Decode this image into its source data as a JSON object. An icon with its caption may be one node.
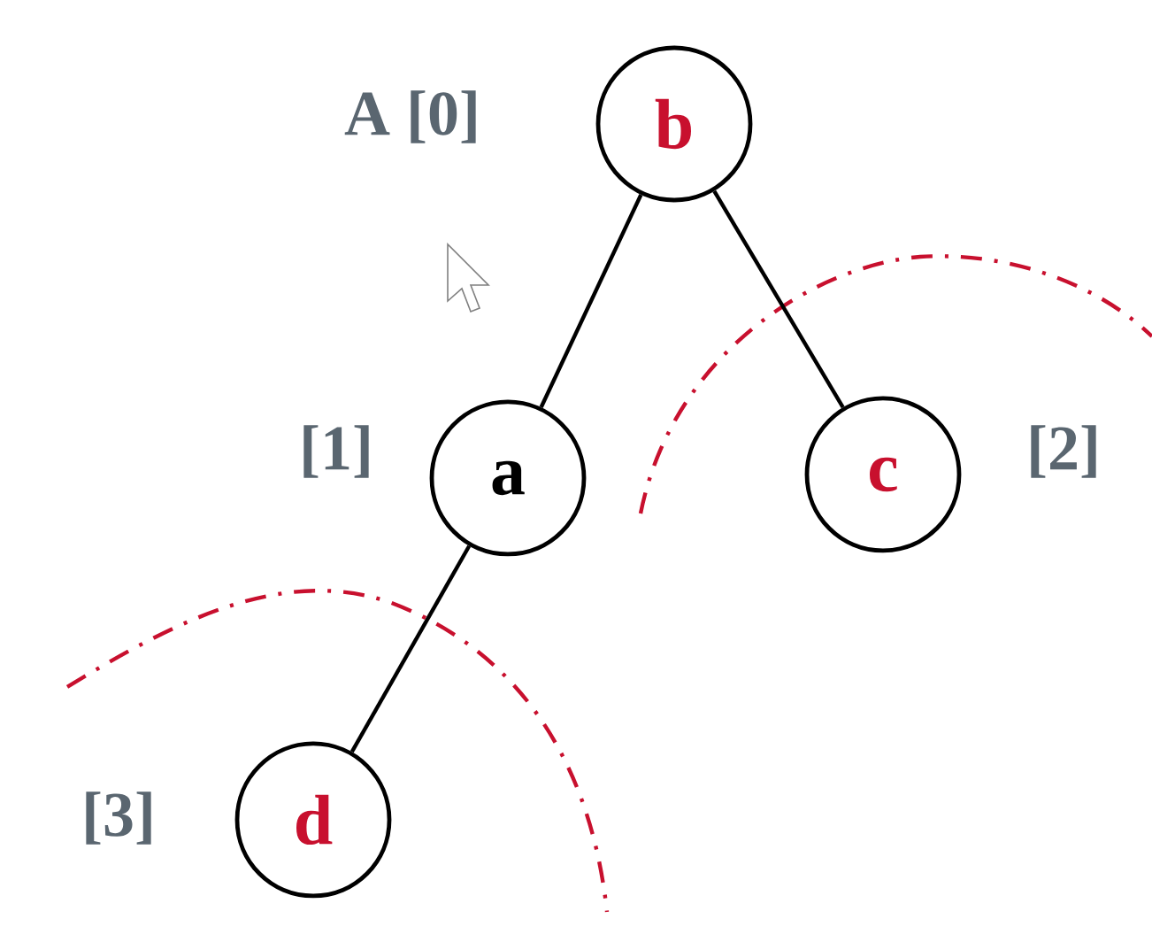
{
  "diagram": {
    "nodes": [
      {
        "text": [
          "b"
        ],
        "beside": [
          "A [0]"
        ]
      },
      {
        "text": [
          "a"
        ],
        "beside": [
          "[1]"
        ]
      },
      {
        "text": [
          "c"
        ],
        "beside": [
          "[2]"
        ]
      },
      {
        "text": [
          "d"
        ],
        "beside": [
          "[3]"
        ]
      }
    ],
    "edges": [
      {
        "from": 0,
        "to": 1,
        "arrow": "none"
      },
      {
        "from": 0,
        "to": 2,
        "arrow": "none"
      },
      {
        "from": 1,
        "to": 3,
        "arrow": "none"
      }
    ]
  }
}
